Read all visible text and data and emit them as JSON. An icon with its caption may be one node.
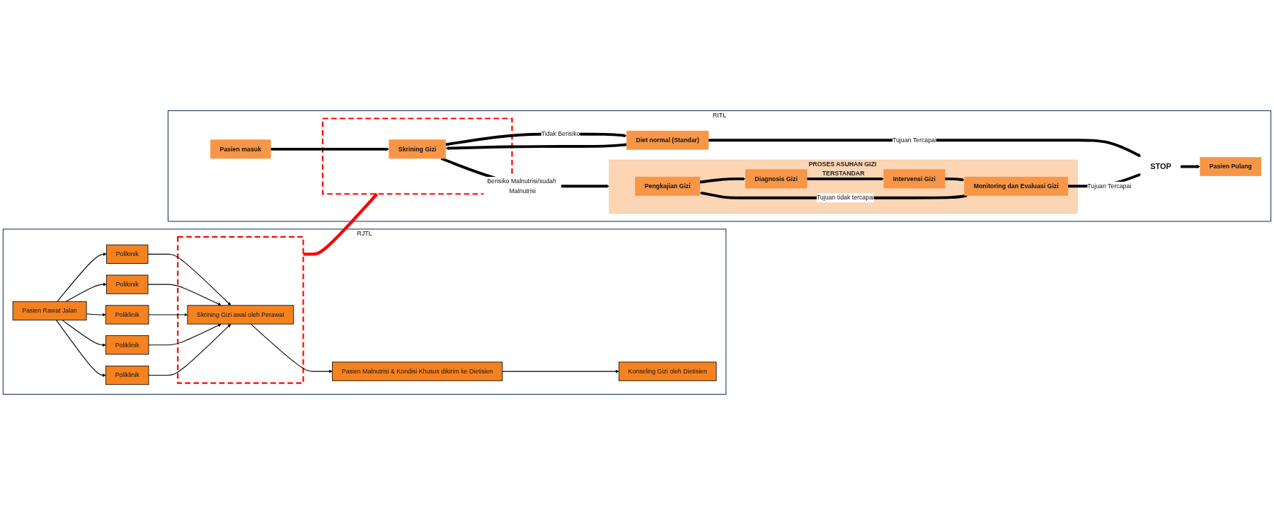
{
  "diagram": {
    "nodes": [
      {
        "text": [
          "RJTL"
        ]
      },
      {
        "text": [
          "Pasien Rawat Jalan"
        ],
        "in": 0
      },
      {
        "text": [
          "Polikinik"
        ],
        "in": 0
      },
      {
        "text": [
          "Polikinik"
        ],
        "in": 0
      },
      {
        "text": [
          "Poliklinik"
        ],
        "in": 0
      },
      {
        "text": [
          "Poliklinik"
        ],
        "in": 0
      },
      {
        "text": [
          "Poliklinik"
        ],
        "in": 0
      },
      {
        "text": [],
        "shape": "box",
        "in": 0
      },
      {
        "text": [
          "Skrining Gizi awal oleh Perawat"
        ],
        "in": 7
      },
      {
        "text": [
          "Pasien Malnutrisi & Kondisi Khusus dikirim ke Dietisien"
        ],
        "in": 0
      },
      {
        "text": [
          "Konseling Gizi oleh Dietisien"
        ],
        "in": 0
      },
      {
        "text": [
          "RITL"
        ]
      },
      {
        "text": [
          "Pasien masuk"
        ],
        "in": 11
      },
      {
        "text": [],
        "shape": "box",
        "in": 11
      },
      {
        "text": [
          "Skrining Gizi"
        ],
        "in": 13
      },
      {
        "text": [
          "Diet normal (Standar)"
        ],
        "in": 11
      },
      {
        "text": [
          "STOP"
        ],
        "in": 11
      },
      {
        "text": [
          "Pasien Pulang"
        ],
        "in": 11
      },
      {
        "text": [
          "PROSES ASUHAN GIZI TERSTANDAR"
        ],
        "in": 11
      },
      {
        "text": [
          "Pengkajian Gizi"
        ],
        "in": 18
      },
      {
        "text": [
          "Diagnosis Gizi"
        ],
        "in": 18
      },
      {
        "text": [
          "Intervensi Gizi"
        ],
        "in": 18
      },
      {
        "text": [
          "Monitoring dan Evaluasi Gizi"
        ],
        "in": 18
      }
    ],
    "edges": [
      {
        "from": 1,
        "to": 2,
        "arrow": "to"
      },
      {
        "from": 1,
        "to": 3,
        "arrow": "to"
      },
      {
        "from": 1,
        "to": 4,
        "arrow": "to"
      },
      {
        "from": 1,
        "to": 5,
        "arrow": "to"
      },
      {
        "from": 1,
        "to": 6,
        "arrow": "to"
      },
      {
        "from": 2,
        "to": 8,
        "arrow": "to"
      },
      {
        "from": 3,
        "to": 8,
        "arrow": "to"
      },
      {
        "from": 4,
        "to": 8,
        "arrow": "to"
      },
      {
        "from": 5,
        "to": 8,
        "arrow": "to"
      },
      {
        "from": 6,
        "to": 8,
        "arrow": "to"
      },
      {
        "from": 8,
        "to": 9,
        "arrow": "to"
      },
      {
        "from": 9,
        "to": 10,
        "arrow": "to"
      },
      {
        "from": 7,
        "to": 13,
        "arrow": "none",
        "style": "thick",
        "color": "#ff0000"
      },
      {
        "from": 12,
        "to": 14,
        "arrow": "to",
        "style": "thick"
      },
      {
        "from": 14,
        "to": 15,
        "arrow": "to",
        "label": "Tidak Berisiko",
        "style": "thick"
      },
      {
        "from": 15,
        "to": 14,
        "arrow": "to",
        "style": "thick"
      },
      {
        "from": 15,
        "to": 16,
        "arrow": "to",
        "label": "Tujuan Tercapai",
        "style": "thick"
      },
      {
        "from": 16,
        "to": 17,
        "arrow": "to",
        "style": "thick"
      },
      {
        "from": 14,
        "to": 18,
        "arrow": "to",
        "label": "Berisiko Malnutrisi/sudah Malnutrisi",
        "style": "thick"
      },
      {
        "from": 19,
        "to": 20,
        "arrow": "to",
        "style": "thick"
      },
      {
        "from": 20,
        "to": 21,
        "arrow": "to",
        "style": "thick"
      },
      {
        "from": 21,
        "to": 22,
        "arrow": "to",
        "style": "thick"
      },
      {
        "from": 22,
        "to": 16,
        "arrow": "to",
        "label": "Tujuan Tercapai",
        "style": "thick"
      },
      {
        "from": 22,
        "to": 19,
        "arrow": "to",
        "label": "Tujuan tidak tercapai",
        "style": "thick"
      }
    ]
  }
}
